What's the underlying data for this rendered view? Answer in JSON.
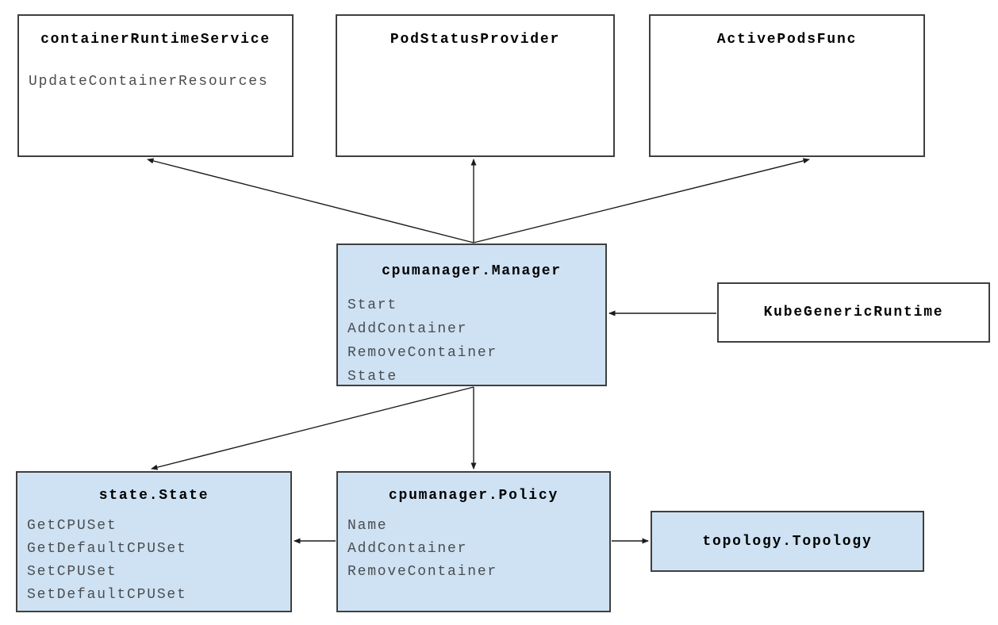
{
  "diagram": {
    "boxes": {
      "container_runtime_service": {
        "title": "containerRuntimeService",
        "methods": [
          "UpdateContainerResources"
        ],
        "fill": "#ffffff"
      },
      "pod_status_provider": {
        "title": "PodStatusProvider",
        "methods": [],
        "fill": "#ffffff"
      },
      "active_pods_func": {
        "title": "ActivePodsFunc",
        "methods": [],
        "fill": "#ffffff"
      },
      "cpumanager_manager": {
        "title": "cpumanager.Manager",
        "methods": [
          "Start",
          "AddContainer",
          "RemoveContainer",
          "State"
        ],
        "fill": "#cfe2f3"
      },
      "kube_generic_runtime": {
        "title": "KubeGenericRuntime",
        "methods": [],
        "fill": "#ffffff"
      },
      "state_state": {
        "title": "state.State",
        "methods": [
          "GetCPUSet",
          "GetDefaultCPUSet",
          "SetCPUSet",
          "SetDefaultCPUSet"
        ],
        "fill": "#cfe2f3"
      },
      "cpumanager_policy": {
        "title": "cpumanager.Policy",
        "methods": [
          "Name",
          "AddContainer",
          "RemoveContainer"
        ],
        "fill": "#cfe2f3"
      },
      "topology_topology": {
        "title": "topology.Topology",
        "methods": [],
        "fill": "#cfe2f3"
      }
    },
    "edges": [
      {
        "from": "cpumanager_manager",
        "to": "container_runtime_service"
      },
      {
        "from": "cpumanager_manager",
        "to": "pod_status_provider"
      },
      {
        "from": "cpumanager_manager",
        "to": "active_pods_func"
      },
      {
        "from": "kube_generic_runtime",
        "to": "cpumanager_manager"
      },
      {
        "from": "cpumanager_manager",
        "to": "state_state"
      },
      {
        "from": "cpumanager_manager",
        "to": "cpumanager_policy"
      },
      {
        "from": "cpumanager_policy",
        "to": "state_state"
      },
      {
        "from": "cpumanager_policy",
        "to": "topology_topology"
      }
    ],
    "colors": {
      "highlight_fill": "#cfe2f3",
      "plain_fill": "#ffffff",
      "border": "#3f3f3f",
      "title_text": "#000000",
      "method_text": "#4a4d50",
      "arrow": "#1c1c1c",
      "background": "#ffffff"
    }
  }
}
